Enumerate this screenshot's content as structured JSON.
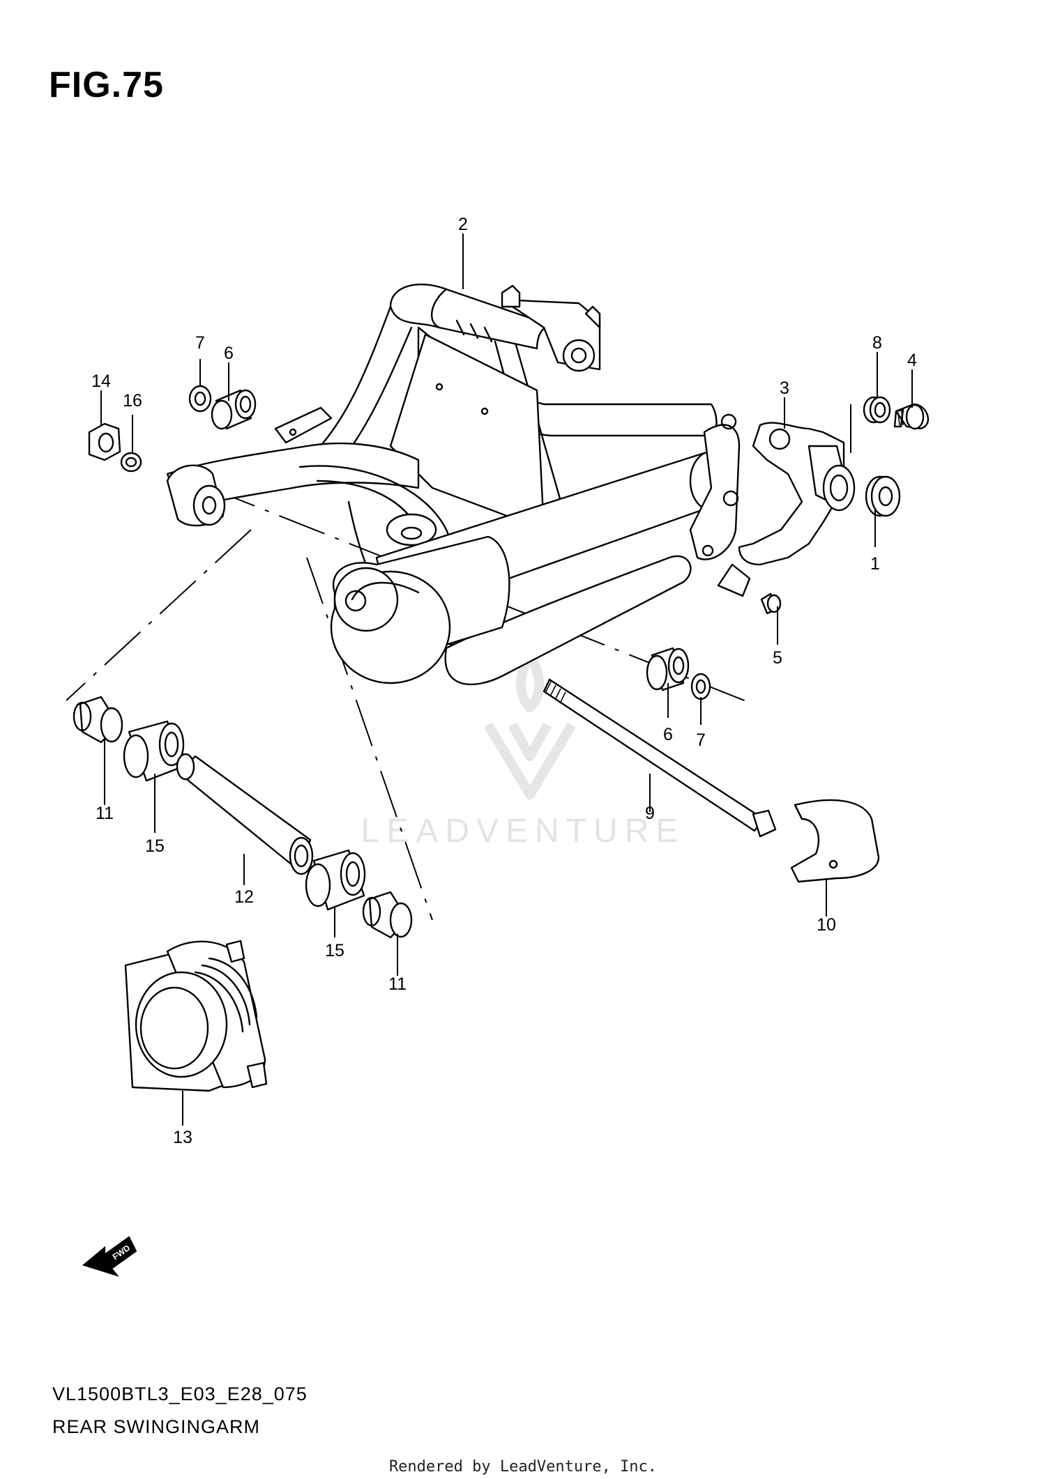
{
  "figure": {
    "title": "FIG.75",
    "code": "VL1500BTL3_E03_E28_075",
    "name": "REAR SWINGINGARM",
    "rendered_by": "Rendered by LeadVenture, Inc.",
    "watermark": "LEADVENTURE",
    "fwd_label": "FWD"
  },
  "callouts": [
    {
      "id": "1",
      "label": "1"
    },
    {
      "id": "2",
      "label": "2"
    },
    {
      "id": "3",
      "label": "3"
    },
    {
      "id": "4",
      "label": "4"
    },
    {
      "id": "5",
      "label": "5"
    },
    {
      "id": "6a",
      "label": "6"
    },
    {
      "id": "6b",
      "label": "6"
    },
    {
      "id": "7a",
      "label": "7"
    },
    {
      "id": "7b",
      "label": "7"
    },
    {
      "id": "8",
      "label": "8"
    },
    {
      "id": "9",
      "label": "9"
    },
    {
      "id": "10",
      "label": "10"
    },
    {
      "id": "11a",
      "label": "11"
    },
    {
      "id": "11b",
      "label": "11"
    },
    {
      "id": "12",
      "label": "12"
    },
    {
      "id": "13",
      "label": "13"
    },
    {
      "id": "14",
      "label": "14"
    },
    {
      "id": "15a",
      "label": "15"
    },
    {
      "id": "15b",
      "label": "15"
    },
    {
      "id": "16",
      "label": "16"
    }
  ]
}
